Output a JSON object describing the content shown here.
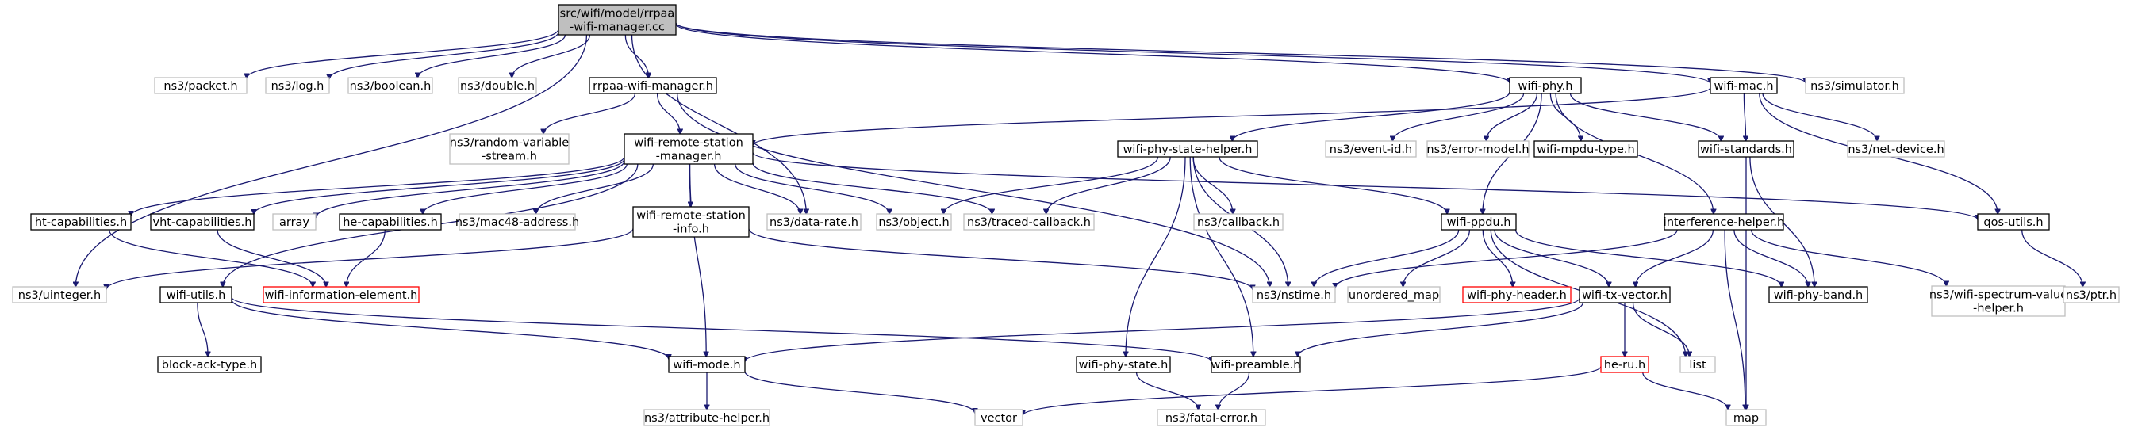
{
  "diagram": {
    "type": "include-dependency-graph",
    "colors": {
      "root_fill": "#bfbfbf",
      "root_border": "#000000",
      "documented_border": "#000000",
      "external_border": "#bfbfbf",
      "truncated_border": "#ff0000",
      "edge": "#191970",
      "external_text": "#000000"
    },
    "nodes": [
      {
        "id": "root",
        "lines": [
          "src/wifi/model/rrpaa",
          "-wifi-manager.cc"
        ],
        "kind": "root"
      },
      {
        "id": "packet",
        "lines": [
          "ns3/packet.h"
        ],
        "kind": "external"
      },
      {
        "id": "log",
        "lines": [
          "ns3/log.h"
        ],
        "kind": "external"
      },
      {
        "id": "boolean",
        "lines": [
          "ns3/boolean.h"
        ],
        "kind": "external"
      },
      {
        "id": "double",
        "lines": [
          "ns3/double.h"
        ],
        "kind": "external"
      },
      {
        "id": "rrpaa_h",
        "lines": [
          "rrpaa-wifi-manager.h"
        ],
        "kind": "documented"
      },
      {
        "id": "wifi_phy",
        "lines": [
          "wifi-phy.h"
        ],
        "kind": "documented"
      },
      {
        "id": "wifi_mac",
        "lines": [
          "wifi-mac.h"
        ],
        "kind": "documented"
      },
      {
        "id": "simulator",
        "lines": [
          "ns3/simulator.h"
        ],
        "kind": "external"
      },
      {
        "id": "random_var",
        "lines": [
          "ns3/random-variable",
          "-stream.h"
        ],
        "kind": "external"
      },
      {
        "id": "wrsm",
        "lines": [
          "wifi-remote-station",
          "-manager.h"
        ],
        "kind": "documented"
      },
      {
        "id": "phy_state_helper",
        "lines": [
          "wifi-phy-state-helper.h"
        ],
        "kind": "documented"
      },
      {
        "id": "event_id",
        "lines": [
          "ns3/event-id.h"
        ],
        "kind": "external"
      },
      {
        "id": "error_model",
        "lines": [
          "ns3/error-model.h"
        ],
        "kind": "external"
      },
      {
        "id": "mpdu_type",
        "lines": [
          "wifi-mpdu-type.h"
        ],
        "kind": "documented"
      },
      {
        "id": "wifi_standards",
        "lines": [
          "wifi-standards.h"
        ],
        "kind": "documented"
      },
      {
        "id": "net_device",
        "lines": [
          "ns3/net-device.h"
        ],
        "kind": "external"
      },
      {
        "id": "ht_cap",
        "lines": [
          "ht-capabilities.h"
        ],
        "kind": "documented"
      },
      {
        "id": "vht_cap",
        "lines": [
          "vht-capabilities.h"
        ],
        "kind": "documented"
      },
      {
        "id": "array",
        "lines": [
          "array"
        ],
        "kind": "external"
      },
      {
        "id": "he_cap",
        "lines": [
          "he-capabilities.h"
        ],
        "kind": "documented"
      },
      {
        "id": "mac48",
        "lines": [
          "ns3/mac48-address.h"
        ],
        "kind": "external"
      },
      {
        "id": "station_info",
        "lines": [
          "wifi-remote-station",
          "-info.h"
        ],
        "kind": "documented"
      },
      {
        "id": "data_rate",
        "lines": [
          "ns3/data-rate.h"
        ],
        "kind": "external"
      },
      {
        "id": "object",
        "lines": [
          "ns3/object.h"
        ],
        "kind": "external"
      },
      {
        "id": "traced_cb",
        "lines": [
          "ns3/traced-callback.h"
        ],
        "kind": "external"
      },
      {
        "id": "callback",
        "lines": [
          "ns3/callback.h"
        ],
        "kind": "external"
      },
      {
        "id": "wifi_ppdu",
        "lines": [
          "wifi-ppdu.h"
        ],
        "kind": "documented"
      },
      {
        "id": "interference",
        "lines": [
          "interference-helper.h"
        ],
        "kind": "documented"
      },
      {
        "id": "qos_utils",
        "lines": [
          "qos-utils.h"
        ],
        "kind": "documented"
      },
      {
        "id": "uinteger",
        "lines": [
          "ns3/uinteger.h"
        ],
        "kind": "external"
      },
      {
        "id": "wifi_utils",
        "lines": [
          "wifi-utils.h"
        ],
        "kind": "documented"
      },
      {
        "id": "info_element",
        "lines": [
          "wifi-information-element.h"
        ],
        "kind": "truncated"
      },
      {
        "id": "nstime",
        "lines": [
          "ns3/nstime.h"
        ],
        "kind": "external"
      },
      {
        "id": "unordered_map",
        "lines": [
          "unordered_map"
        ],
        "kind": "external"
      },
      {
        "id": "phy_header",
        "lines": [
          "wifi-phy-header.h"
        ],
        "kind": "truncated"
      },
      {
        "id": "tx_vector",
        "lines": [
          "wifi-tx-vector.h"
        ],
        "kind": "documented"
      },
      {
        "id": "phy_band",
        "lines": [
          "wifi-phy-band.h"
        ],
        "kind": "documented"
      },
      {
        "id": "spectrum_helper",
        "lines": [
          "ns3/wifi-spectrum-value",
          "-helper.h"
        ],
        "kind": "external"
      },
      {
        "id": "ptr",
        "lines": [
          "ns3/ptr.h"
        ],
        "kind": "external"
      },
      {
        "id": "block_ack",
        "lines": [
          "block-ack-type.h"
        ],
        "kind": "documented"
      },
      {
        "id": "wifi_mode",
        "lines": [
          "wifi-mode.h"
        ],
        "kind": "documented"
      },
      {
        "id": "phy_state",
        "lines": [
          "wifi-phy-state.h"
        ],
        "kind": "documented"
      },
      {
        "id": "preamble",
        "lines": [
          "wifi-preamble.h"
        ],
        "kind": "documented"
      },
      {
        "id": "he_ru",
        "lines": [
          "he-ru.h"
        ],
        "kind": "truncated"
      },
      {
        "id": "list",
        "lines": [
          "list"
        ],
        "kind": "external"
      },
      {
        "id": "attr_helper",
        "lines": [
          "ns3/attribute-helper.h"
        ],
        "kind": "external"
      },
      {
        "id": "vector",
        "lines": [
          "vector"
        ],
        "kind": "external"
      },
      {
        "id": "fatal_error",
        "lines": [
          "ns3/fatal-error.h"
        ],
        "kind": "external"
      },
      {
        "id": "map",
        "lines": [
          "map"
        ],
        "kind": "external"
      }
    ],
    "edges": [
      [
        "root",
        "packet"
      ],
      [
        "root",
        "log"
      ],
      [
        "root",
        "boolean"
      ],
      [
        "root",
        "double"
      ],
      [
        "root",
        "rrpaa_h"
      ],
      [
        "root",
        "wifi_phy"
      ],
      [
        "root",
        "wifi_mac"
      ],
      [
        "root",
        "simulator"
      ],
      [
        "root",
        "uinteger"
      ],
      [
        "root",
        "data_rate"
      ],
      [
        "rrpaa_h",
        "random_var"
      ],
      [
        "rrpaa_h",
        "wrsm"
      ],
      [
        "rrpaa_h",
        "nstime"
      ],
      [
        "wifi_phy",
        "phy_state_helper"
      ],
      [
        "wifi_phy",
        "event_id"
      ],
      [
        "wifi_phy",
        "error_model"
      ],
      [
        "wifi_phy",
        "mpdu_type"
      ],
      [
        "wifi_phy",
        "wifi_standards"
      ],
      [
        "wifi_phy",
        "wifi_ppdu"
      ],
      [
        "wifi_phy",
        "interference"
      ],
      [
        "wifi_mac",
        "wrsm"
      ],
      [
        "wifi_mac",
        "wifi_standards"
      ],
      [
        "wifi_mac",
        "net_device"
      ],
      [
        "wifi_mac",
        "qos_utils"
      ],
      [
        "wrsm",
        "ht_cap"
      ],
      [
        "wrsm",
        "vht_cap"
      ],
      [
        "wrsm",
        "array"
      ],
      [
        "wrsm",
        "he_cap"
      ],
      [
        "wrsm",
        "mac48"
      ],
      [
        "wrsm",
        "station_info"
      ],
      [
        "wrsm",
        "data_rate"
      ],
      [
        "wrsm",
        "object"
      ],
      [
        "wrsm",
        "traced_cb"
      ],
      [
        "wrsm",
        "qos_utils"
      ],
      [
        "wrsm",
        "wifi_utils"
      ],
      [
        "wrsm",
        "wifi_mode"
      ],
      [
        "phy_state_helper",
        "object"
      ],
      [
        "phy_state_helper",
        "traced_cb"
      ],
      [
        "phy_state_helper",
        "callback"
      ],
      [
        "phy_state_helper",
        "nstime"
      ],
      [
        "phy_state_helper",
        "wifi_ppdu"
      ],
      [
        "phy_state_helper",
        "phy_state"
      ],
      [
        "phy_state_helper",
        "preamble"
      ],
      [
        "wifi_standards",
        "phy_band"
      ],
      [
        "wifi_standards",
        "map"
      ],
      [
        "ht_cap",
        "info_element"
      ],
      [
        "vht_cap",
        "info_element"
      ],
      [
        "he_cap",
        "info_element"
      ],
      [
        "station_info",
        "uinteger"
      ],
      [
        "station_info",
        "nstime"
      ],
      [
        "wifi_ppdu",
        "nstime"
      ],
      [
        "wifi_ppdu",
        "unordered_map"
      ],
      [
        "wifi_ppdu",
        "phy_header"
      ],
      [
        "wifi_ppdu",
        "tx_vector"
      ],
      [
        "wifi_ppdu",
        "phy_band"
      ],
      [
        "wifi_ppdu",
        "list"
      ],
      [
        "interference",
        "nstime"
      ],
      [
        "interference",
        "tx_vector"
      ],
      [
        "interference",
        "phy_band"
      ],
      [
        "interference",
        "spectrum_helper"
      ],
      [
        "interference",
        "map"
      ],
      [
        "qos_utils",
        "ptr"
      ],
      [
        "wifi_utils",
        "block_ack"
      ],
      [
        "wifi_utils",
        "wifi_mode"
      ],
      [
        "wifi_utils",
        "preamble"
      ],
      [
        "tx_vector",
        "wifi_mode"
      ],
      [
        "tx_vector",
        "preamble"
      ],
      [
        "tx_vector",
        "he_ru"
      ],
      [
        "tx_vector",
        "list"
      ],
      [
        "wifi_mode",
        "attr_helper"
      ],
      [
        "wifi_mode",
        "vector"
      ],
      [
        "phy_state",
        "fatal_error"
      ],
      [
        "preamble",
        "fatal_error"
      ],
      [
        "he_ru",
        "vector"
      ],
      [
        "he_ru",
        "map"
      ]
    ]
  }
}
